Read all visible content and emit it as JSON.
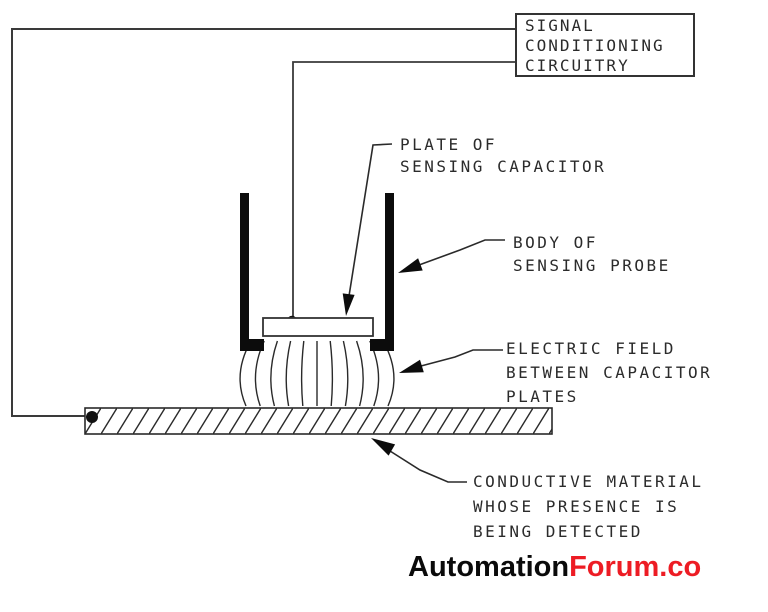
{
  "signal_box": {
    "lines": [
      "SIGNAL",
      "CONDITIONING",
      "CIRCUITRY"
    ]
  },
  "labels": {
    "plate": {
      "lines": [
        "PLATE OF",
        "SENSING CAPACITOR"
      ]
    },
    "body": {
      "lines": [
        "BODY OF",
        "SENSING PROBE"
      ]
    },
    "electric_field": {
      "lines": [
        "ELECTRIC FIELD",
        "BETWEEN CAPACITOR",
        "PLATES"
      ]
    },
    "conductive": {
      "lines": [
        "CONDUCTIVE MATERIAL",
        "WHOSE PRESENCE IS",
        "BEING DETECTED"
      ]
    }
  },
  "watermark": {
    "brand_black": "Automation",
    "brand_red": "Forum.co",
    "red_color": "#ed1c24"
  },
  "colors": {
    "line": "#1a1a1a",
    "text": "#2b2b2b",
    "background": "#ffffff"
  }
}
